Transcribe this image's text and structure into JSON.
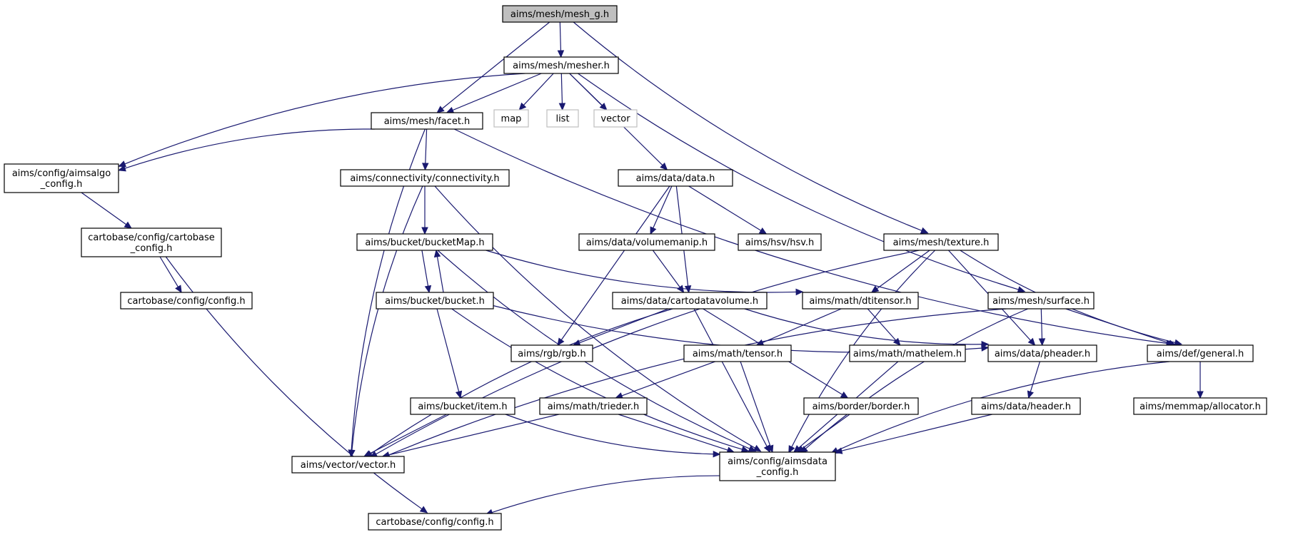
{
  "graph": {
    "nodes": [
      {
        "id": "mesh_g",
        "lines": [
          "aims/mesh/mesh_g.h"
        ],
        "style": "root"
      },
      {
        "id": "mesher",
        "lines": [
          "aims/mesh/mesher.h"
        ]
      },
      {
        "id": "facet",
        "lines": [
          "aims/mesh/facet.h"
        ]
      },
      {
        "id": "map",
        "lines": [
          "map"
        ],
        "style": "ext"
      },
      {
        "id": "list",
        "lines": [
          "list"
        ],
        "style": "ext"
      },
      {
        "id": "vector",
        "lines": [
          "vector"
        ],
        "style": "ext"
      },
      {
        "id": "aimsalgo",
        "lines": [
          "aims/config/aimsalgo",
          "_config.h"
        ]
      },
      {
        "id": "connectivity",
        "lines": [
          "aims/connectivity/connectivity.h"
        ]
      },
      {
        "id": "data",
        "lines": [
          "aims/data/data.h"
        ]
      },
      {
        "id": "cartobase_cfg",
        "lines": [
          "cartobase/config/cartobase",
          "_config.h"
        ]
      },
      {
        "id": "bucketMap",
        "lines": [
          "aims/bucket/bucketMap.h"
        ]
      },
      {
        "id": "volumemanip",
        "lines": [
          "aims/data/volumemanip.h"
        ]
      },
      {
        "id": "hsv",
        "lines": [
          "aims/hsv/hsv.h"
        ]
      },
      {
        "id": "texture",
        "lines": [
          "aims/mesh/texture.h"
        ]
      },
      {
        "id": "cb_config",
        "lines": [
          "cartobase/config/config.h"
        ]
      },
      {
        "id": "bucket",
        "lines": [
          "aims/bucket/bucket.h"
        ]
      },
      {
        "id": "cartodatavolume",
        "lines": [
          "aims/data/cartodatavolume.h"
        ]
      },
      {
        "id": "dtitensor",
        "lines": [
          "aims/math/dtitensor.h"
        ]
      },
      {
        "id": "surface",
        "lines": [
          "aims/mesh/surface.h"
        ]
      },
      {
        "id": "rgb",
        "lines": [
          "aims/rgb/rgb.h"
        ]
      },
      {
        "id": "tensor",
        "lines": [
          "aims/math/tensor.h"
        ]
      },
      {
        "id": "mathelem",
        "lines": [
          "aims/math/mathelem.h"
        ]
      },
      {
        "id": "pheader",
        "lines": [
          "aims/data/pheader.h"
        ]
      },
      {
        "id": "general",
        "lines": [
          "aims/def/general.h"
        ]
      },
      {
        "id": "item",
        "lines": [
          "aims/bucket/item.h"
        ]
      },
      {
        "id": "trieder",
        "lines": [
          "aims/math/trieder.h"
        ]
      },
      {
        "id": "border",
        "lines": [
          "aims/border/border.h"
        ]
      },
      {
        "id": "header",
        "lines": [
          "aims/data/header.h"
        ]
      },
      {
        "id": "allocator",
        "lines": [
          "aims/memmap/allocator.h"
        ]
      },
      {
        "id": "vecvector",
        "lines": [
          "aims/vector/vector.h"
        ]
      },
      {
        "id": "aimsdata",
        "lines": [
          "aims/config/aimsdata",
          "_config.h"
        ]
      },
      {
        "id": "cb_config2",
        "lines": [
          "cartobase/config/config.h"
        ]
      }
    ],
    "edges": [
      [
        "mesh_g",
        "mesher"
      ],
      [
        "mesh_g",
        "facet"
      ],
      [
        "mesh_g",
        "texture"
      ],
      [
        "mesher",
        "facet"
      ],
      [
        "mesher",
        "map"
      ],
      [
        "mesher",
        "list"
      ],
      [
        "mesher",
        "vector"
      ],
      [
        "mesher",
        "aimsalgo"
      ],
      [
        "mesher",
        "data"
      ],
      [
        "mesher",
        "surface"
      ],
      [
        "facet",
        "aimsalgo"
      ],
      [
        "facet",
        "connectivity"
      ],
      [
        "facet",
        "vecvector"
      ],
      [
        "facet",
        "general"
      ],
      [
        "aimsalgo",
        "cartobase_cfg"
      ],
      [
        "cartobase_cfg",
        "cb_config"
      ],
      [
        "cartobase_cfg",
        "cb_config2"
      ],
      [
        "connectivity",
        "bucketMap"
      ],
      [
        "connectivity",
        "vecvector"
      ],
      [
        "connectivity",
        "aimsdata"
      ],
      [
        "data",
        "volumemanip"
      ],
      [
        "data",
        "hsv"
      ],
      [
        "data",
        "rgb"
      ],
      [
        "data",
        "cartodatavolume"
      ],
      [
        "volumemanip",
        "cartodatavolume"
      ],
      [
        "bucketMap",
        "bucket"
      ],
      [
        "bucketMap",
        "dtitensor"
      ],
      [
        "bucketMap",
        "aimsdata"
      ],
      [
        "bucket",
        "bucketMap"
      ],
      [
        "bucket",
        "item"
      ],
      [
        "bucket",
        "pheader"
      ],
      [
        "bucket",
        "aimsdata"
      ],
      [
        "texture",
        "dtitensor"
      ],
      [
        "texture",
        "vecvector"
      ],
      [
        "texture",
        "pheader"
      ],
      [
        "texture",
        "general"
      ],
      [
        "texture",
        "aimsdata"
      ],
      [
        "cartodatavolume",
        "rgb"
      ],
      [
        "cartodatavolume",
        "pheader"
      ],
      [
        "cartodatavolume",
        "border"
      ],
      [
        "cartodatavolume",
        "vecvector"
      ],
      [
        "cartodatavolume",
        "aimsdata"
      ],
      [
        "dtitensor",
        "tensor"
      ],
      [
        "dtitensor",
        "mathelem"
      ],
      [
        "surface",
        "pheader"
      ],
      [
        "surface",
        "general"
      ],
      [
        "surface",
        "vecvector"
      ],
      [
        "surface",
        "aimsdata"
      ],
      [
        "tensor",
        "trieder"
      ],
      [
        "tensor",
        "aimsdata"
      ],
      [
        "mathelem",
        "aimsdata"
      ],
      [
        "pheader",
        "header"
      ],
      [
        "general",
        "allocator"
      ],
      [
        "general",
        "aimsdata"
      ],
      [
        "item",
        "vecvector"
      ],
      [
        "item",
        "aimsdata"
      ],
      [
        "trieder",
        "vecvector"
      ],
      [
        "trieder",
        "aimsdata"
      ],
      [
        "border",
        "aimsdata"
      ],
      [
        "header",
        "aimsdata"
      ],
      [
        "aimsdata",
        "cb_config2"
      ]
    ]
  }
}
